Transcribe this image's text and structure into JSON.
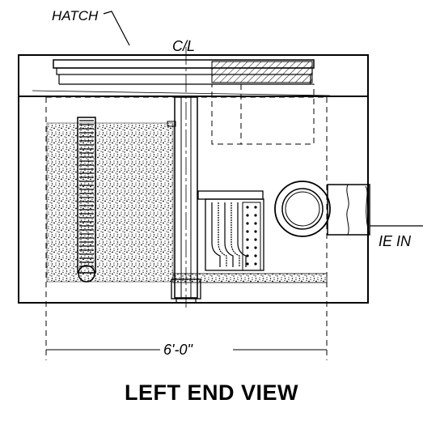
{
  "labels": {
    "hatch": "HATCH",
    "centerline": "C/L",
    "inlet": "IE IN",
    "dimension": "6'-0\""
  },
  "title": "LEFT END VIEW",
  "colors": {
    "line": "#000000",
    "background": "#ffffff"
  }
}
